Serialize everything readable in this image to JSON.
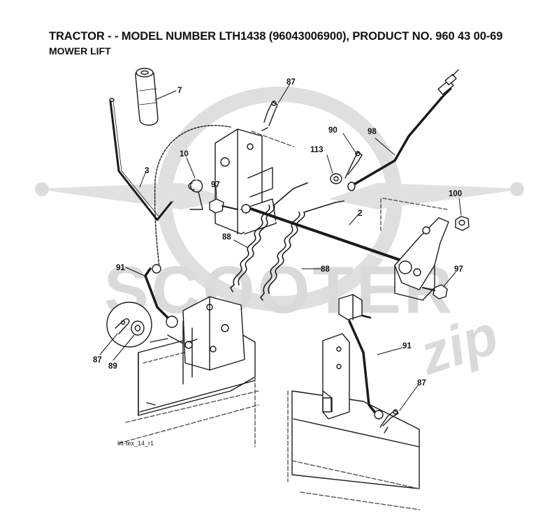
{
  "header": {
    "title": "TRACTOR - - MODEL NUMBER LTH1438 (96043006900), PRODUCT NO. 960 43 00-69",
    "subtitle": "MOWER LIFT"
  },
  "diagram": {
    "callouts": {
      "c7": "7",
      "c87_top": "87",
      "c90": "90",
      "c98": "98",
      "c113": "113",
      "c10": "10",
      "c3": "3",
      "c97_left": "97",
      "c2": "2",
      "c100": "100",
      "c88_left": "88",
      "c88_right": "88",
      "c91_left": "91",
      "c97_right": "97",
      "c87_inset": "87",
      "c89": "89",
      "c91_right": "91",
      "c87_bottom": "87"
    },
    "reference_code": "lift-tex_14_r1",
    "watermark": {
      "word_main": "SCOOTER",
      "word_script": "zip"
    },
    "colors": {
      "line": "#1a1a1a",
      "watermark": "#d6d6d6",
      "dashed": "#555555"
    }
  }
}
